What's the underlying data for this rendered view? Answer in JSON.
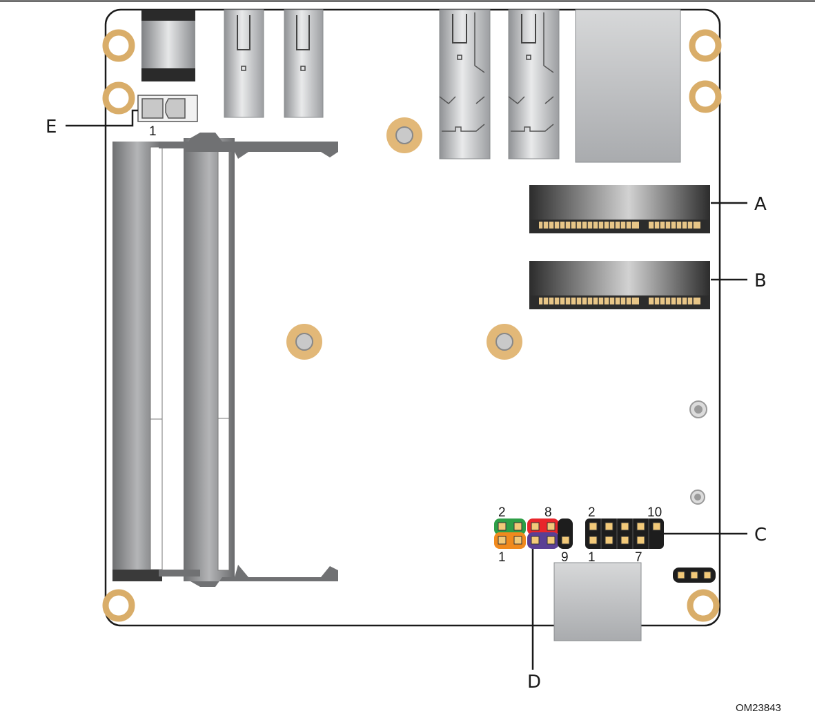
{
  "diagram": {
    "figure_code": "OM23843",
    "callouts": {
      "a": "A",
      "b": "B",
      "c": "C",
      "d": "D",
      "e": "E"
    },
    "pin_numbers": {
      "e_pin1": "1",
      "d_top_left": "2",
      "d_top_right": "8",
      "d_bottom_left": "1",
      "d_bottom_right": "9",
      "c_top_left": "2",
      "c_top_right": "10",
      "c_bottom_left": "1",
      "c_bottom_right": "7"
    },
    "colors": {
      "board_outline": "#1a1a1a",
      "mount_hole_ring": "#d9ad69",
      "header_green": "#2e9e47",
      "header_red": "#e8262b",
      "header_orange": "#f08a1e",
      "header_purple": "#5a3f94",
      "pin_gold": "#f2c979",
      "connector_gray": "#a5a7aa"
    }
  }
}
